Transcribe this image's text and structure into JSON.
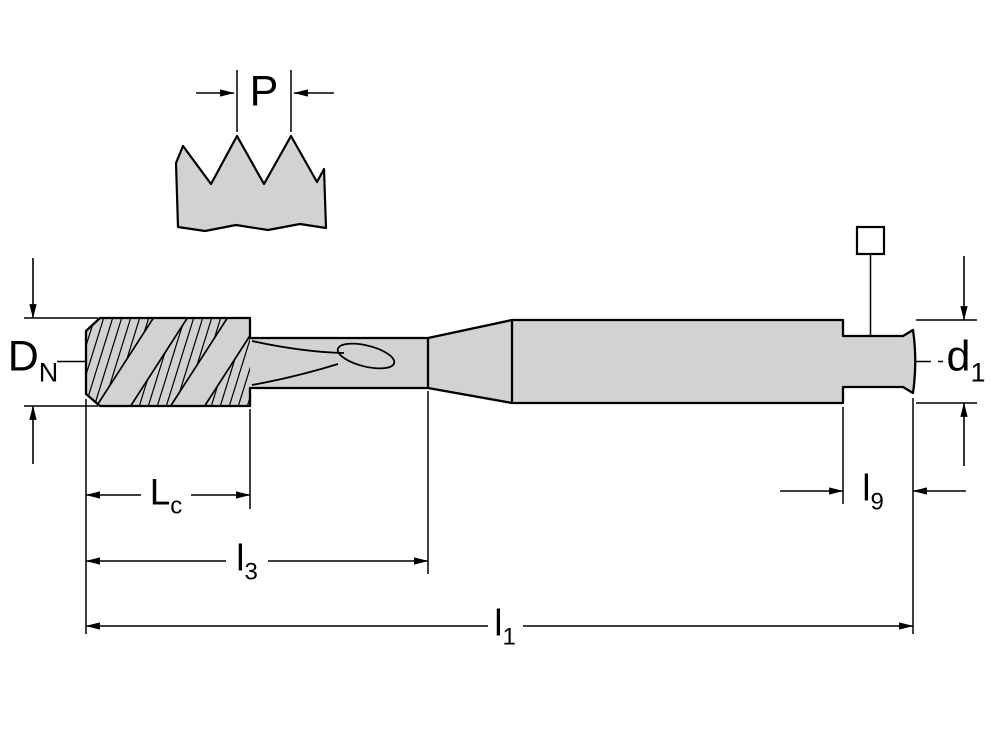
{
  "figure": {
    "title": "Machine tap – dimensional drawing",
    "background": "#ffffff"
  },
  "colors": {
    "body_fill": "#d2d2d2",
    "line": "#000000",
    "symbol_fill": "#ffffff"
  },
  "icons": {
    "square_drive_symbol": "square-outline"
  },
  "labels": {
    "pitch": {
      "main": "P",
      "sub": ""
    },
    "nominal_diameter": {
      "main": "D",
      "sub": "N"
    },
    "shank_diameter": {
      "main": "d",
      "sub": "1"
    },
    "chamfer_length": {
      "main": "L",
      "sub": "c"
    },
    "thread_length": {
      "main": "l",
      "sub": "3"
    },
    "overall_length": {
      "main": "l",
      "sub": "1"
    },
    "square_length": {
      "main": "l",
      "sub": "9"
    }
  }
}
